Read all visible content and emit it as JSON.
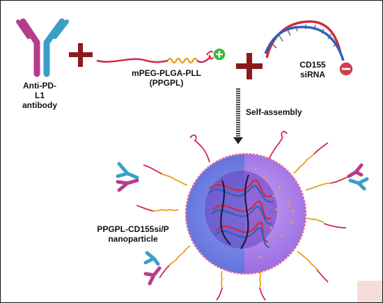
{
  "labels": {
    "antibody": "Anti-PD-\nL1\nantibody",
    "polymer": "mPEG-PLGA-PLL\n(PPGPL)",
    "sirna": "CD155\nsiRNA",
    "process": "Self-assembly",
    "nanoparticle": "PPGPL-CD155si/P\nnanoparticle"
  },
  "icons": {
    "plus_operator": "plus-icon",
    "positive_charge": "positive-charge-icon",
    "negative_charge": "negative-charge-icon",
    "down_arrow": "dashed-down-arrow-icon"
  },
  "colors": {
    "antibody_magenta": "#b83c8c",
    "antibody_blue": "#3a9ec8",
    "plus_red": "#8b1a1a",
    "peg_red": "#d2284a",
    "plga_orange": "#e8a020",
    "positive_green": "#3cb43c",
    "negative_red": "#d23c50",
    "sirna_red": "#d2283c",
    "sirna_blue": "#2864b4",
    "particle_left": "#6a7ce0",
    "particle_right": "#a074e4",
    "particle_core": "#6a40c0",
    "corner_pink": "#f6dcd8"
  }
}
